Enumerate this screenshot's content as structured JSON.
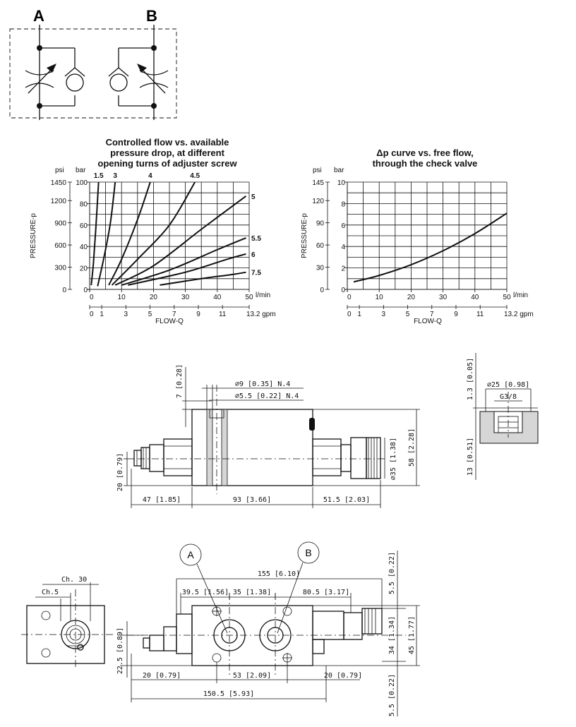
{
  "schematic": {
    "port_a": "A",
    "port_b": "B"
  },
  "chart_data": [
    {
      "type": "line",
      "title_lines": [
        "Controlled flow vs. available",
        "pressure drop, at different",
        "opening turns of adjuster screw"
      ],
      "xlabel": "FLOW-Q",
      "ylabel": "PRESSURE-p",
      "x_unit": "l/min",
      "x_ticks": [
        "0",
        "10",
        "20",
        "30",
        "40",
        "50"
      ],
      "x_gpm_ticks": [
        "0",
        "1",
        "3",
        "5",
        "7",
        "9",
        "11",
        "13.2 gpm"
      ],
      "y_unit_psi": "psi",
      "y_unit_bar": "bar",
      "y_ticks_bar": [
        "0",
        "20",
        "40",
        "60",
        "80",
        "100"
      ],
      "y_ticks_psi": [
        "0",
        "300",
        "600",
        "900",
        "1200",
        "1450"
      ],
      "xlim": [
        0,
        50
      ],
      "ylim": [
        0,
        100
      ],
      "grid": true,
      "series": [
        {
          "name": "1.5",
          "points": [
            [
              0.5,
              4
            ],
            [
              1.2,
              25
            ],
            [
              2,
              60
            ],
            [
              2.8,
              100
            ]
          ]
        },
        {
          "name": "3",
          "points": [
            [
              2.5,
              3
            ],
            [
              4.5,
              30
            ],
            [
              6.5,
              62
            ],
            [
              8,
              100
            ]
          ]
        },
        {
          "name": "4",
          "points": [
            [
              6,
              4
            ],
            [
              10,
              28
            ],
            [
              15,
              65
            ],
            [
              19,
              100
            ]
          ]
        },
        {
          "name": "4.5",
          "points": [
            [
              7,
              4
            ],
            [
              15,
              28
            ],
            [
              25,
              60
            ],
            [
              33,
              100
            ]
          ]
        },
        {
          "name": "5",
          "points": [
            [
              8,
              4
            ],
            [
              20,
              22
            ],
            [
              35,
              56
            ],
            [
              49,
              87
            ]
          ]
        },
        {
          "name": "5.5",
          "points": [
            [
              10,
              4
            ],
            [
              25,
              18
            ],
            [
              40,
              37
            ],
            [
              49,
              48
            ]
          ]
        },
        {
          "name": "6",
          "points": [
            [
              12,
              4
            ],
            [
              30,
              16
            ],
            [
              43,
              28
            ],
            [
              49,
              33
            ]
          ]
        },
        {
          "name": "7.5",
          "points": [
            [
              22,
              4
            ],
            [
              35,
              10
            ],
            [
              45,
              14
            ],
            [
              49,
              16
            ]
          ]
        }
      ]
    },
    {
      "type": "line",
      "title_lines": [
        "Δp curve vs. free flow,",
        "through the check valve"
      ],
      "xlabel": "FLOW-Q",
      "ylabel": "PRESSURE-p",
      "x_unit": "l/min",
      "x_ticks": [
        "0",
        "10",
        "20",
        "30",
        "40",
        "50"
      ],
      "x_gpm_ticks": [
        "0",
        "1",
        "3",
        "5",
        "7",
        "9",
        "11",
        "13.2 gpm"
      ],
      "y_unit_psi": "psi",
      "y_unit_bar": "bar",
      "y_ticks_bar": [
        "0",
        "2",
        "4",
        "6",
        "8",
        "10"
      ],
      "y_ticks_psi": [
        "0",
        "30",
        "60",
        "90",
        "120",
        "145"
      ],
      "xlim": [
        0,
        50
      ],
      "ylim": [
        0,
        10
      ],
      "grid": true,
      "series": [
        {
          "points": [
            [
              2,
              0.7
            ],
            [
              10,
              1.3
            ],
            [
              20,
              2.3
            ],
            [
              30,
              3.6
            ],
            [
              40,
              5.2
            ],
            [
              50,
              7.1
            ]
          ]
        }
      ]
    }
  ],
  "drawing": {
    "side": {
      "d7": "7 [0.28]",
      "d9": "⌀9 [0.35] N.4",
      "d55": "⌀5.5 [0.22] N.4",
      "d58": "58 [2.28]",
      "d35": "⌀35 [1.38]",
      "d20": "20 [0.79]",
      "d47": "47 [1.85]",
      "d93": "93 [3.66]",
      "d515": "51.5 [2.03]"
    },
    "detail": {
      "d13a": "1.3 [0.05]",
      "d25": "⌀25 [0.98]",
      "g38": "G3/8",
      "d13b": "13 [0.51]"
    },
    "top": {
      "port_a": "A",
      "port_b": "B",
      "d155": "155 [6.10]",
      "d395": "39.5 [1.56]",
      "d35": "35 [1.38]",
      "d805": "80.5 [3.17]",
      "d55a": "5.5 [0.22]",
      "d34": "34 [1.34]",
      "d45": "45 [1.77]",
      "d225": "22.5 [0.89]",
      "d20l": "20 [0.79]",
      "d53": "53 [2.09]",
      "d20r": "20 [0.79]",
      "d1505": "150.5 [5.93]",
      "d55b": "5.5 [0.22]"
    },
    "end_view": {
      "ch30": "Ch. 30",
      "ch5": "Ch.5"
    }
  }
}
